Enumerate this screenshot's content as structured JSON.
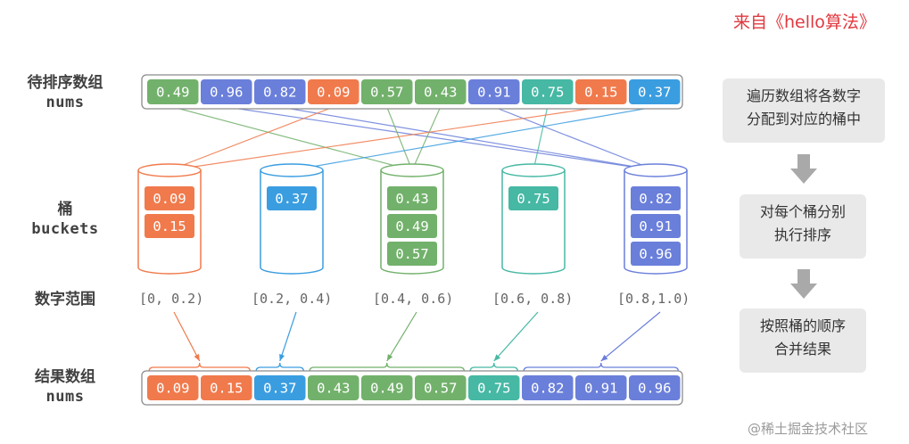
{
  "brand": "来自《hello算法》",
  "watermark": "@稀土掘金技术社区",
  "labels": {
    "nums_top_cn": "待排序数组",
    "nums_top_en": "nums",
    "buckets_cn": "桶",
    "buckets_en": "buckets",
    "range_cn": "数字范围",
    "nums_bottom_cn": "结果数组",
    "nums_bottom_en": "nums"
  },
  "steps": [
    {
      "line1": "遍历数组将各数字",
      "line2": "分配到对应的桶中"
    },
    {
      "line1": "对每个桶分别",
      "line2": "执行排序"
    },
    {
      "line1": "按照桶的顺序",
      "line2": "合并结果"
    }
  ],
  "colors": {
    "orange": "#f07a4c",
    "blue": "#3a9de0",
    "green": "#72b16b",
    "teal": "#46b8a4",
    "indigo": "#6a7fda"
  },
  "input": [
    "0.49",
    "0.96",
    "0.82",
    "0.09",
    "0.57",
    "0.43",
    "0.91",
    "0.75",
    "0.15",
    "0.37"
  ],
  "input_buckets": [
    2,
    4,
    4,
    0,
    2,
    2,
    4,
    3,
    0,
    1
  ],
  "buckets": [
    {
      "range": "[0, 0.2)",
      "color": "orange",
      "items": [
        "0.09",
        "0.15"
      ]
    },
    {
      "range": "[0.2, 0.4)",
      "color": "blue",
      "items": [
        "0.37"
      ]
    },
    {
      "range": "[0.4, 0.6)",
      "color": "green",
      "items": [
        "0.43",
        "0.49",
        "0.57"
      ]
    },
    {
      "range": "[0.6, 0.8)",
      "color": "teal",
      "items": [
        "0.75"
      ]
    },
    {
      "range": "[0.8,1.0)",
      "color": "indigo",
      "items": [
        "0.82",
        "0.91",
        "0.96"
      ]
    }
  ],
  "output": [
    "0.09",
    "0.15",
    "0.37",
    "0.43",
    "0.49",
    "0.57",
    "0.75",
    "0.82",
    "0.91",
    "0.96"
  ]
}
